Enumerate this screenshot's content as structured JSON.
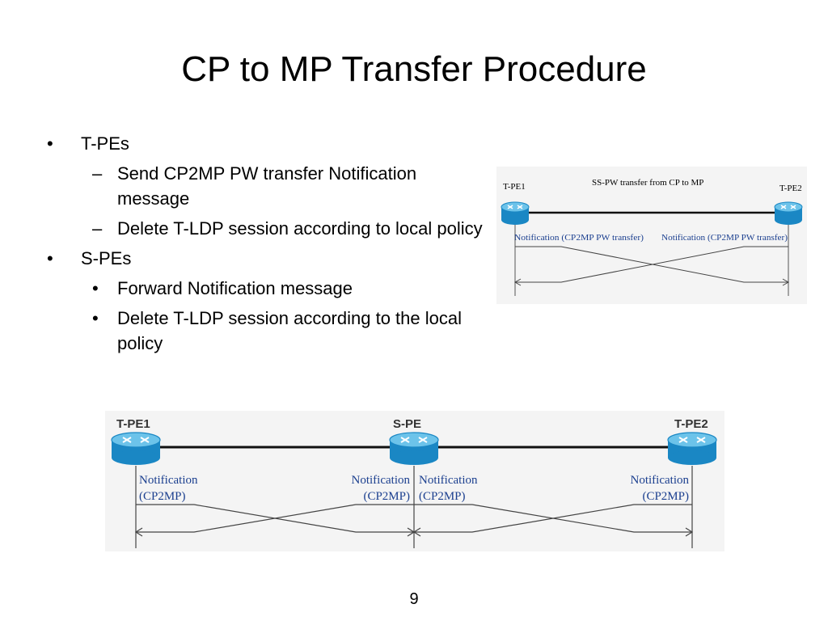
{
  "slide": {
    "title": "CP to MP Transfer Procedure",
    "page_number": "9"
  },
  "bullets": [
    {
      "mark": "•",
      "text": "T-PEs",
      "sub": [
        {
          "mark": "–",
          "text": "Send CP2MP PW transfer Notification message"
        },
        {
          "mark": "–",
          "text": "Delete T-LDP session according to local policy"
        }
      ]
    },
    {
      "mark": "•",
      "text": "S-PEs",
      "sub": [
        {
          "mark": "•",
          "text": "Forward Notification message"
        },
        {
          "mark": "•",
          "text": "Delete T-LDP session according to the local policy"
        }
      ]
    }
  ],
  "diagram_small": {
    "caption": "SS-PW transfer from CP to MP",
    "left_node": "T-PE1",
    "right_node": "T-PE2",
    "left_msg": "Notification (CP2MP PW transfer)",
    "right_msg": "Notification (CP2MP PW transfer)",
    "node_icon": "router-icon"
  },
  "diagram_large": {
    "nodes": [
      "T-PE1",
      "S-PE",
      "T-PE2"
    ],
    "msg_line1": "Notification",
    "msg_line2": "(CP2MP)",
    "node_icon": "router-icon"
  },
  "colors": {
    "router_body": "#1a87c4",
    "router_top": "#6cc3ea",
    "label_blue": "#1b3f8f",
    "panel_bg": "#f2f2f2"
  }
}
